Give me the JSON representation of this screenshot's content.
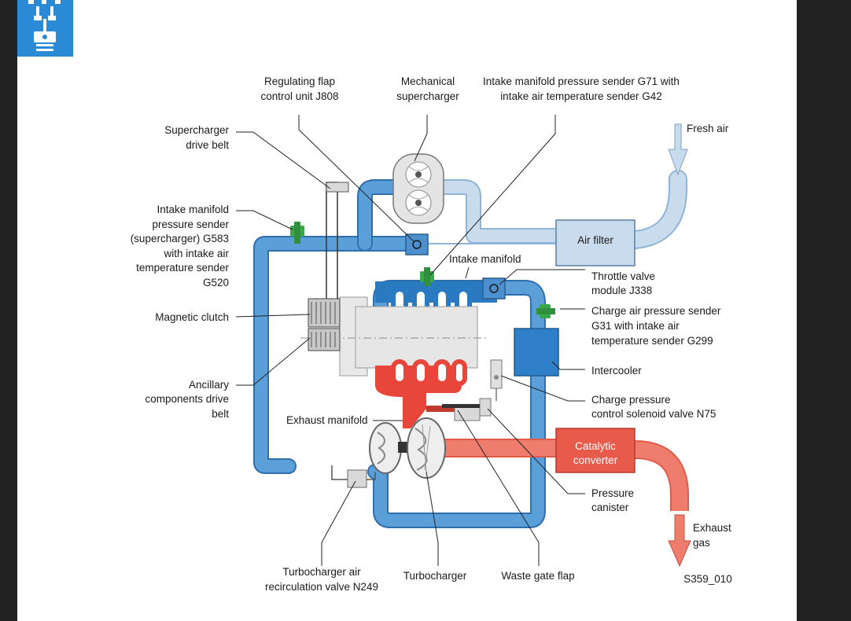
{
  "colors": {
    "intake_blue": "#4d90cf",
    "intake_dark": "#2f6fae",
    "fresh_air": "#b8d0e8",
    "exhaust_red": "#e8463a",
    "exhaust_light": "#ef7d6e",
    "sensor_green": "#39a84a",
    "badge_blue": "#2a8ad6"
  },
  "icons": {
    "corner_badge": "engine-piston-icon"
  },
  "labels": {
    "regulating_flap": [
      "Regulating flap",
      "control unit J808"
    ],
    "mech_supercharger": [
      "Mechanical",
      "supercharger"
    ],
    "intake_sender_g71": [
      "Intake manifold pressure sender G71 with",
      "intake air temperature sender G42"
    ],
    "fresh_air": "Fresh air",
    "supercharger_belt": [
      "Supercharger",
      "drive belt"
    ],
    "intake_sender_g583": [
      "Intake manifold",
      "pressure sender",
      "(supercharger) G583",
      "with intake air",
      "temperature sender",
      "G520"
    ],
    "air_filter": "Air filter",
    "intake_manifold": "Intake manifold",
    "throttle_valve": [
      "Throttle valve",
      "module J338"
    ],
    "magnetic_clutch": "Magnetic clutch",
    "charge_air_sender": [
      "Charge air pressure sender",
      "G31 with intake air",
      "temperature sender G299"
    ],
    "intercooler": "Intercooler",
    "ancillary_belt": [
      "Ancillary",
      "components drive",
      "belt"
    ],
    "charge_pressure_valve": [
      "Charge pressure",
      "control solenoid valve N75"
    ],
    "exhaust_manifold": "Exhaust manifold",
    "catalytic_converter": [
      "Catalytic",
      "converter"
    ],
    "pressure_canister": [
      "Pressure",
      "canister"
    ],
    "exhaust_gas": [
      "Exhaust",
      "gas"
    ],
    "recirc_valve": [
      "Turbocharger air",
      "recirculation valve N249"
    ],
    "turbocharger": "Turbocharger",
    "waste_gate": "Waste gate flap",
    "figure_code": "S359_010"
  }
}
